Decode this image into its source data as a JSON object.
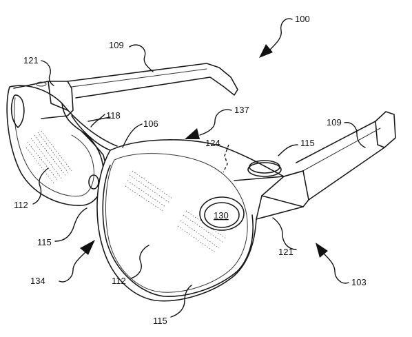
{
  "figure": {
    "subject": "eyewear device patent drawing",
    "reference_numerals": {
      "r100": "100",
      "r103": "103",
      "r106": "106",
      "r109_left": "109",
      "r109_right": "109",
      "r112_left": "112",
      "r112_right": "112",
      "r115_top": "115",
      "r115_left": "115",
      "r115_bottom": "115",
      "r118": "118",
      "r121_left": "121",
      "r121_right": "121",
      "r124": "124",
      "r130": "130",
      "r134": "134",
      "r137": "137"
    }
  }
}
